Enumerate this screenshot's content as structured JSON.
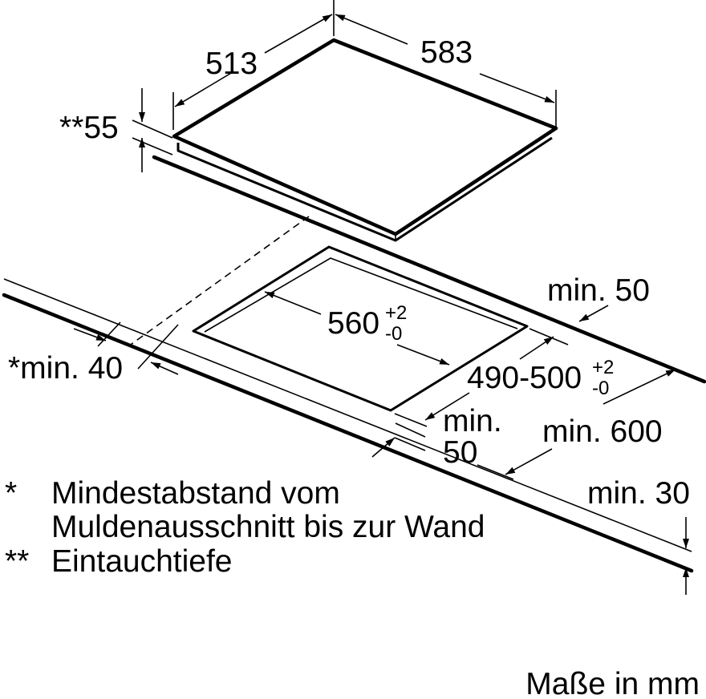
{
  "hob": {
    "width": "583",
    "depth": "513",
    "insertion_depth": "**55"
  },
  "cutout": {
    "width": "560",
    "width_tol_plus": "+2",
    "width_tol_minus": "-0",
    "depth": "490-500",
    "depth_tol_plus": "+2",
    "depth_tol_minus": "-0"
  },
  "clearances": {
    "back": "min. 50",
    "wall": "*min. 40",
    "front_line1": "min.",
    "front_line2": "50",
    "counter_depth": "min. 600",
    "counter_thickness": "min. 30"
  },
  "footnotes": [
    {
      "mark": "*",
      "line1": "Mindestabstand vom",
      "line2": "Muldenausschnitt bis zur Wand"
    },
    {
      "mark": "**",
      "line1": "Eintauchtiefe"
    }
  ],
  "units_note": "Maße in mm"
}
